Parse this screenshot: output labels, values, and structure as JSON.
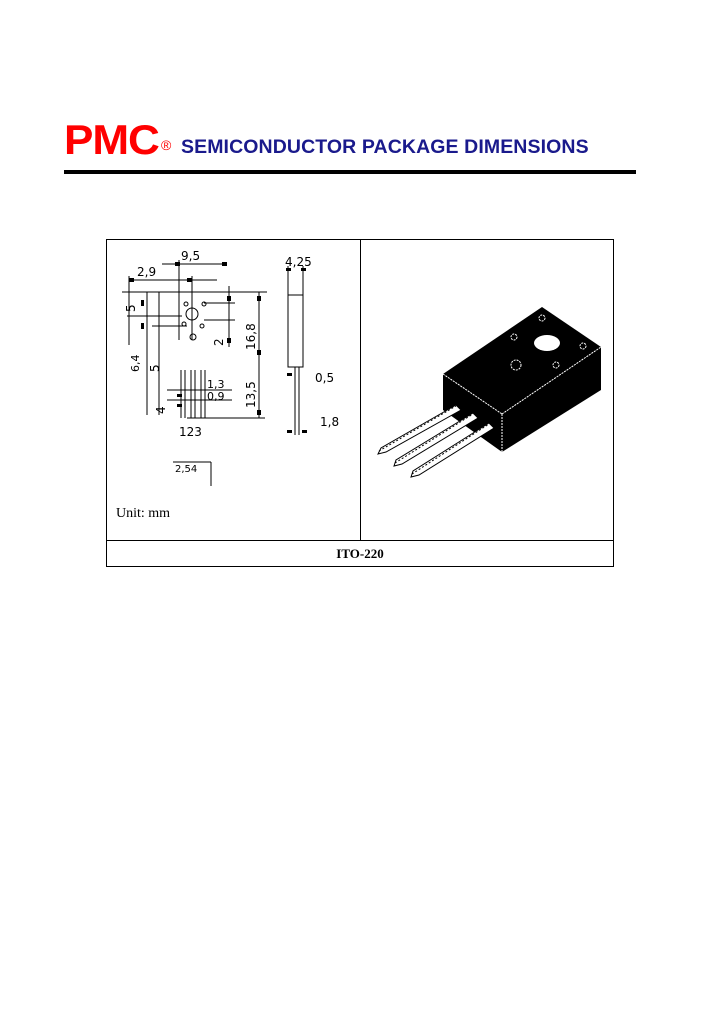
{
  "header": {
    "logo": "PMC",
    "registered_mark": "®",
    "title": "SEMICONDUCTOR PACKAGE DIMENSIONS",
    "colors": {
      "logo": "#ff0000",
      "title": "#1a1a8c",
      "rule": "#000000"
    }
  },
  "drawing": {
    "unit_label": "Unit: mm",
    "package_name": "ITO-220",
    "dimensions": {
      "body_width": "9,5",
      "hole_offset": "2,9",
      "hole_height": "5",
      "upper_offset": "6,4",
      "lead_zone": "5",
      "lead_step": "4",
      "lead_width_top": "1,3",
      "lead_width": "0,9",
      "pin_numbers": "123",
      "body_height": "16,8",
      "lead_length": "13,5",
      "thickness": "4,25",
      "lead_thickness": "0,5",
      "lead_offset": "1,8",
      "inner_mark": "2",
      "pitch": "2,54"
    }
  }
}
